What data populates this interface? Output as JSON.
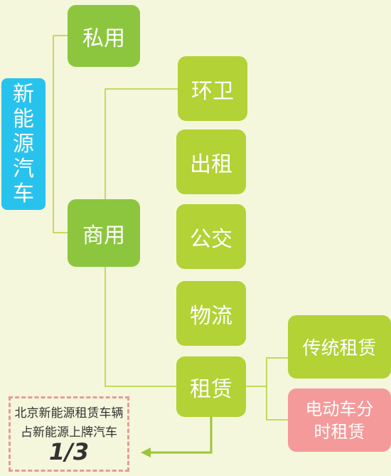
{
  "root": {
    "label": "新能源汽车"
  },
  "branches": {
    "private": {
      "label": "私用"
    },
    "commercial": {
      "label": "商用",
      "children": {
        "sanitation": "环卫",
        "taxi": "出租",
        "bus": "公交",
        "logistics": "物流",
        "leasing": {
          "label": "租赁",
          "children": {
            "traditional": "传统租赁",
            "ev_sharing": "电动车分时租赁"
          }
        }
      }
    }
  },
  "callout": {
    "text": "北京新能源租赁车辆占新能源上牌汽车",
    "fraction": "1/3"
  },
  "colors": {
    "background": "#f4f7dc",
    "root": "#27c3ec",
    "level1": "#8cc63f",
    "level2": "#b2d235",
    "highlight": "#f49a9a",
    "connector": "#b2d235",
    "callout_border": "#e79a9a"
  }
}
